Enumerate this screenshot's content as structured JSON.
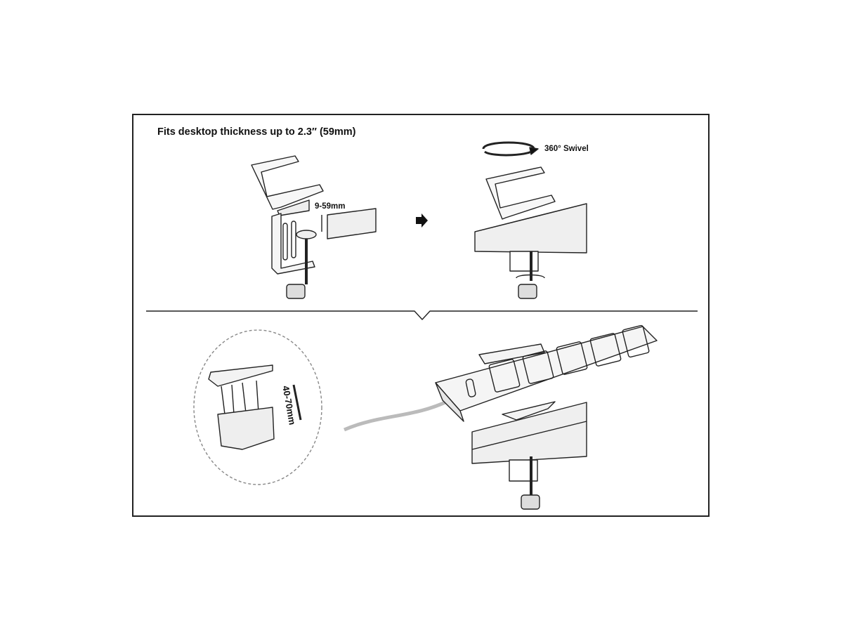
{
  "heading": "Fits desktop thickness up to 2.3″ (59mm)",
  "labels": {
    "clamp_range": "9-59mm",
    "swivel": "360° Swivel",
    "height_range": "40-70mm"
  },
  "power_strip": {
    "sockets": 5,
    "usb_ports": 1
  },
  "colors": {
    "line": "#222222",
    "fill_light": "#f2f2f2",
    "frame": "#222222"
  }
}
